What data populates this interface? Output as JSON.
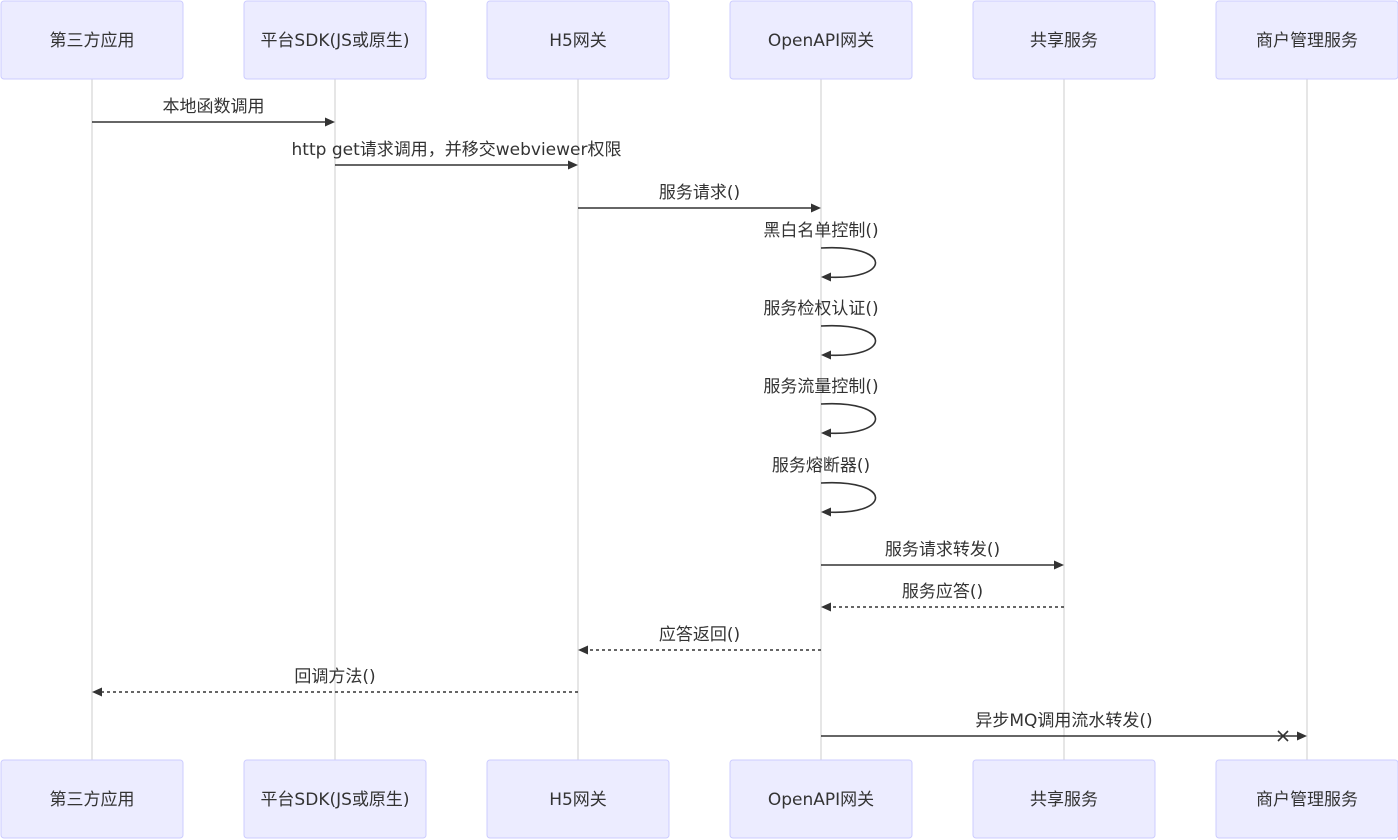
{
  "participants": [
    {
      "id": "p0",
      "label": "第三方应用"
    },
    {
      "id": "p1",
      "label": "平台SDK(JS或原生)"
    },
    {
      "id": "p2",
      "label": "H5网关"
    },
    {
      "id": "p3",
      "label": "OpenAPI网关"
    },
    {
      "id": "p4",
      "label": "共享服务"
    },
    {
      "id": "p5",
      "label": "商户管理服务"
    }
  ],
  "messages": [
    {
      "from": "p0",
      "to": "p1",
      "label": "本地函数调用",
      "style": "solid",
      "end": "arrow"
    },
    {
      "from": "p1",
      "to": "p2",
      "label": "http get请求调用，并移交webviewer权限",
      "style": "solid",
      "end": "arrow"
    },
    {
      "from": "p2",
      "to": "p3",
      "label": "服务请求()",
      "style": "solid",
      "end": "arrow"
    },
    {
      "from": "p3",
      "to": "p3",
      "label": "黑白名单控制()",
      "style": "solid",
      "end": "arrow"
    },
    {
      "from": "p3",
      "to": "p3",
      "label": "服务检权认证()",
      "style": "solid",
      "end": "arrow"
    },
    {
      "from": "p3",
      "to": "p3",
      "label": "服务流量控制()",
      "style": "solid",
      "end": "arrow"
    },
    {
      "from": "p3",
      "to": "p3",
      "label": "服务熔断器()",
      "style": "solid",
      "end": "arrow"
    },
    {
      "from": "p3",
      "to": "p4",
      "label": "服务请求转发()",
      "style": "solid",
      "end": "arrow"
    },
    {
      "from": "p4",
      "to": "p3",
      "label": "服务应答()",
      "style": "dashed",
      "end": "arrow"
    },
    {
      "from": "p3",
      "to": "p2",
      "label": "应答返回()",
      "style": "dashed",
      "end": "arrow"
    },
    {
      "from": "p2",
      "to": "p0",
      "label": "回调方法()",
      "style": "dashed",
      "end": "arrow"
    },
    {
      "from": "p3",
      "to": "p5",
      "label": "异步MQ调用流水转发()",
      "style": "solid",
      "end": "cross"
    }
  ]
}
